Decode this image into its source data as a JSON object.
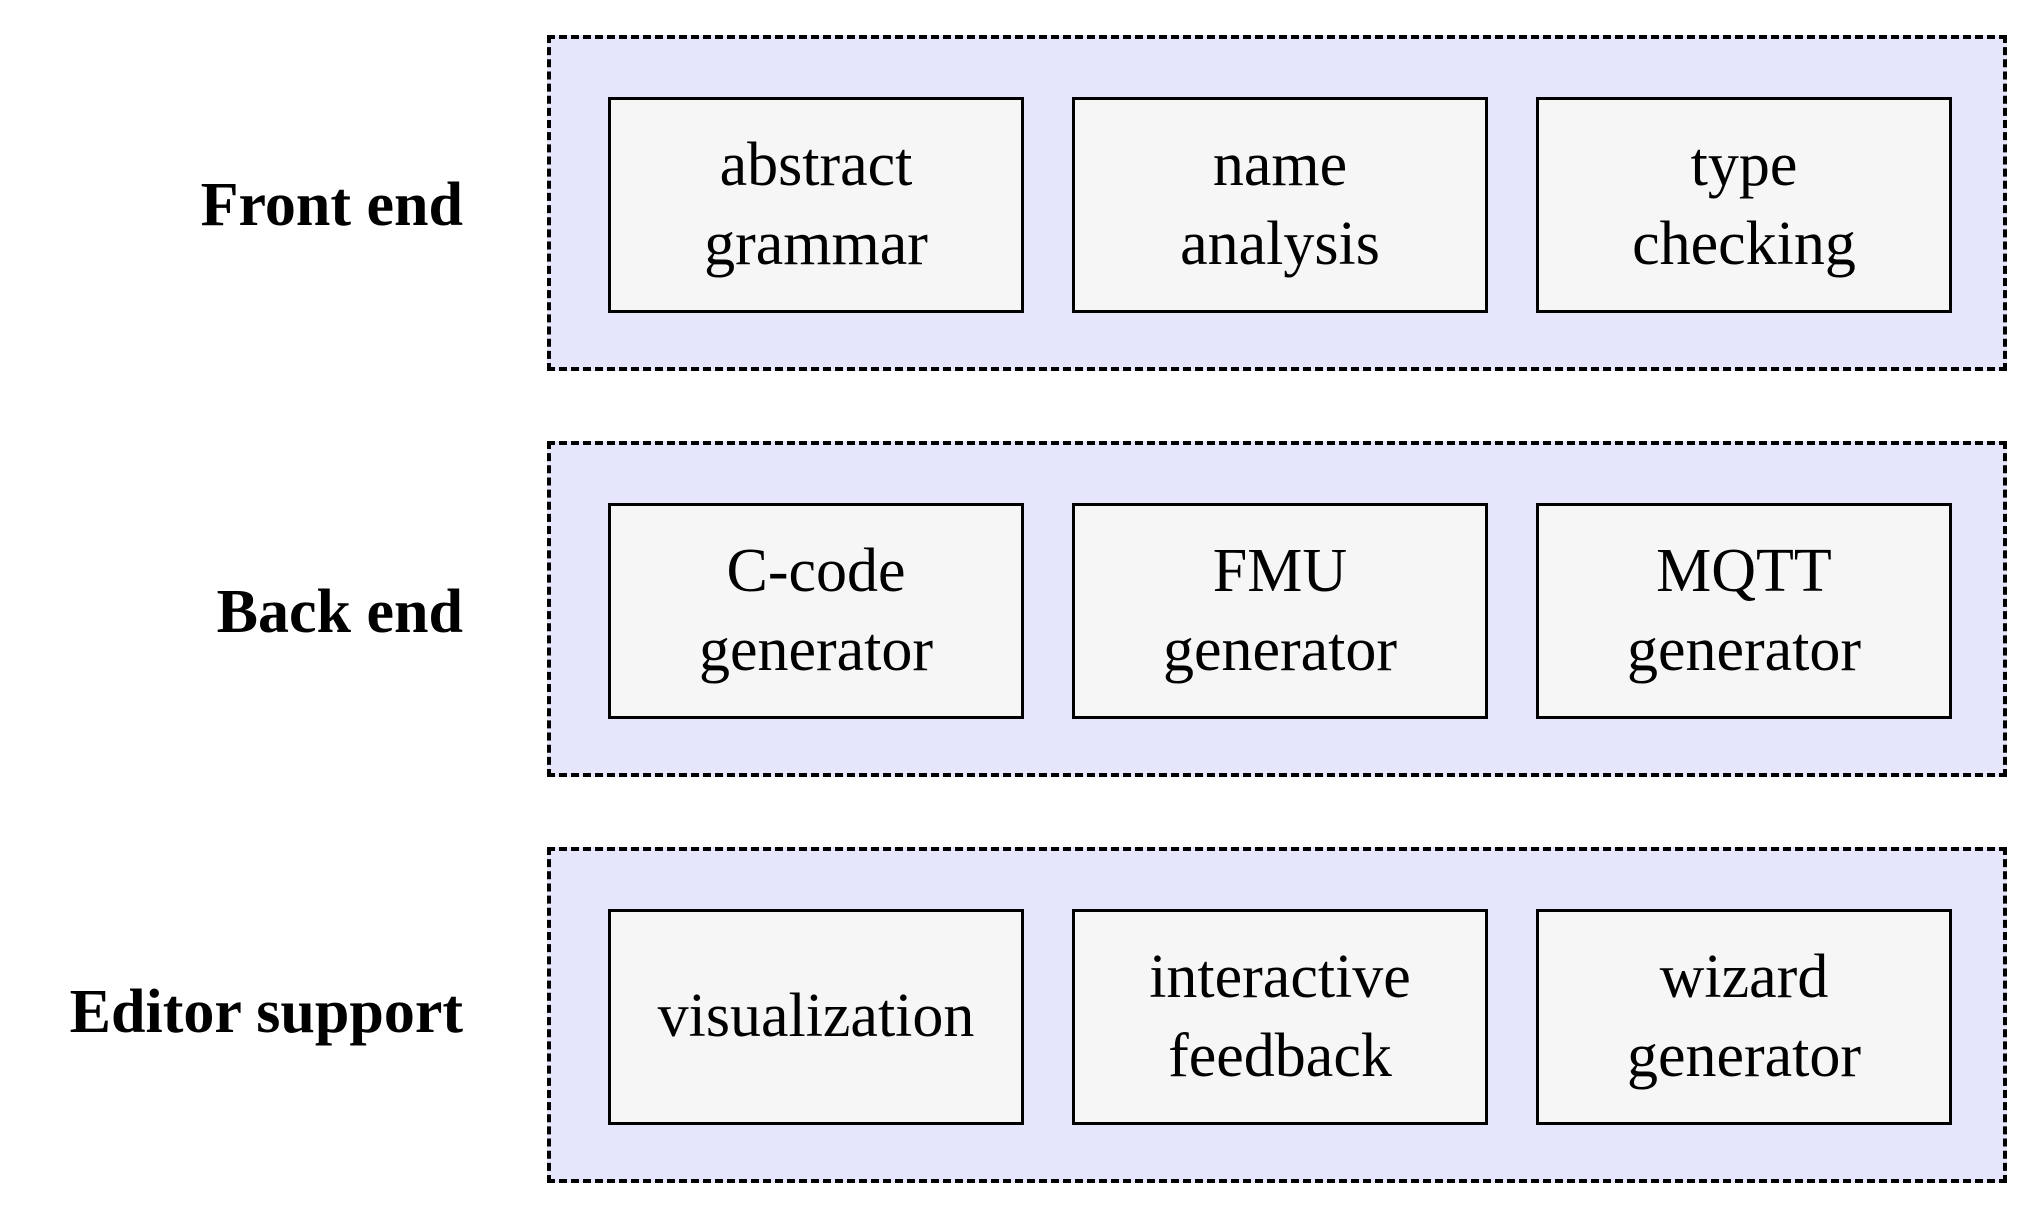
{
  "layers": [
    {
      "label": "Front end",
      "components": [
        {
          "line1": "abstract",
          "line2": "grammar"
        },
        {
          "line1": "name",
          "line2": "analysis"
        },
        {
          "line1": "type",
          "line2": "checking"
        }
      ]
    },
    {
      "label": "Back end",
      "components": [
        {
          "line1": "C-code",
          "line2": "generator"
        },
        {
          "line1": "FMU",
          "line2": "generator"
        },
        {
          "line1": "MQTT",
          "line2": "generator"
        }
      ]
    },
    {
      "label": "Editor support",
      "components": [
        {
          "line1": "visualization",
          "line2": ""
        },
        {
          "line1": "interactive",
          "line2": "feedback"
        },
        {
          "line1": "wizard",
          "line2": "generator"
        }
      ]
    }
  ],
  "colors": {
    "group_fill": "#e5e5fc",
    "box_fill": "#f6f6f6",
    "border": "#000000"
  }
}
